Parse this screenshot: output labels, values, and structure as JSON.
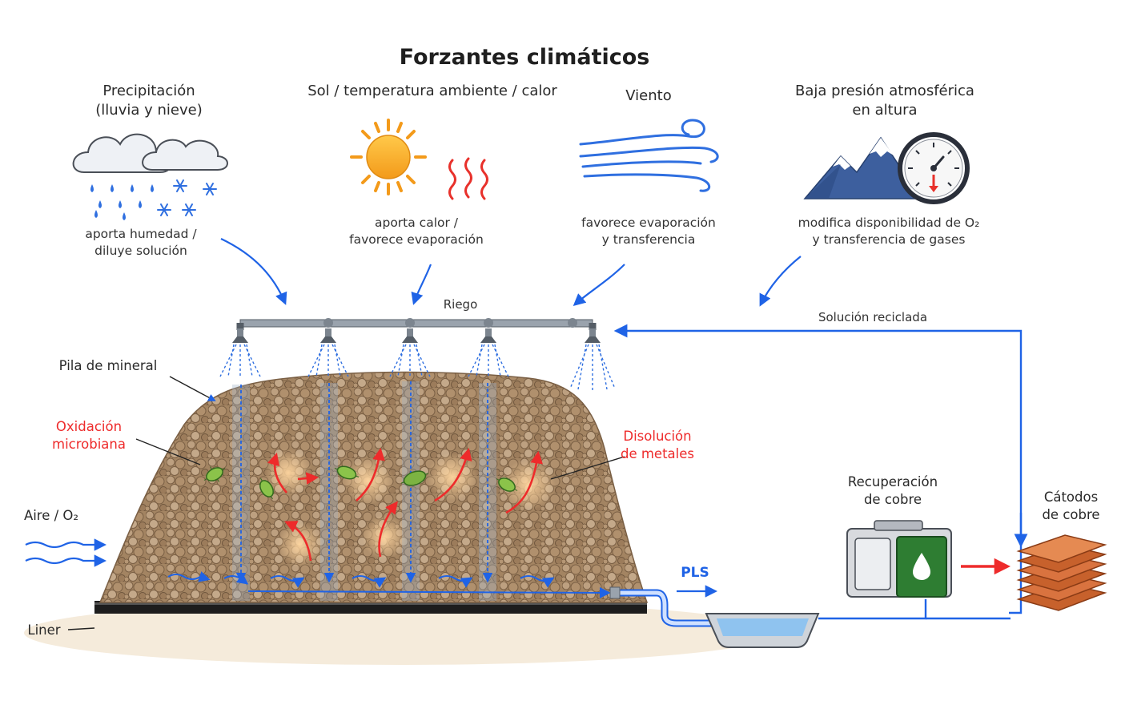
{
  "title": "Forzantes climáticos",
  "forcings": {
    "precip": {
      "title_1": "Precipitación",
      "title_2": "(lluvia y nieve)",
      "desc_1": "aporta humedad /",
      "desc_2": "diluye solución"
    },
    "sun": {
      "title": "Sol / temperatura ambiente / calor",
      "desc_1": "aporta calor /",
      "desc_2": "favorece evaporación"
    },
    "wind": {
      "title": "Viento",
      "desc_1": "favorece evaporación",
      "desc_2": "y transferencia"
    },
    "pressure": {
      "title_1": "Baja presión atmosférica",
      "title_2": "en altura",
      "desc_1": "modifica disponibilidad de O₂",
      "desc_2": "y transferencia de gases"
    }
  },
  "process": {
    "riego": "Riego",
    "recycled": "Solución reciclada",
    "heap": "Pila de mineral",
    "oxidation_1": "Oxidación",
    "oxidation_2": "microbiana",
    "dissolution_1": "Disolución",
    "dissolution_2": "de metales",
    "air": "Aire / O₂",
    "liner": "Liner",
    "pls": "PLS",
    "recovery_1": "Recuperación",
    "recovery_2": "de cobre",
    "cathodes_1": "Cátodos",
    "cathodes_2": "de cobre"
  },
  "colors": {
    "flow_blue": "#1f63e6",
    "reaction_red": "#ee2b2b",
    "ore": "#a58766",
    "liner": "#1d1d1d",
    "cathode": "#d9733f",
    "sun": "#f6a623",
    "tank_green": "#2e7d32"
  },
  "icons": [
    "rain-cloud-icon",
    "snowflake-icon",
    "sun-icon",
    "heat-waves-icon",
    "wind-icon",
    "mountain-icon",
    "pressure-gauge-icon",
    "sprinkler-icon",
    "bacteria-icon",
    "water-drop-icon"
  ]
}
